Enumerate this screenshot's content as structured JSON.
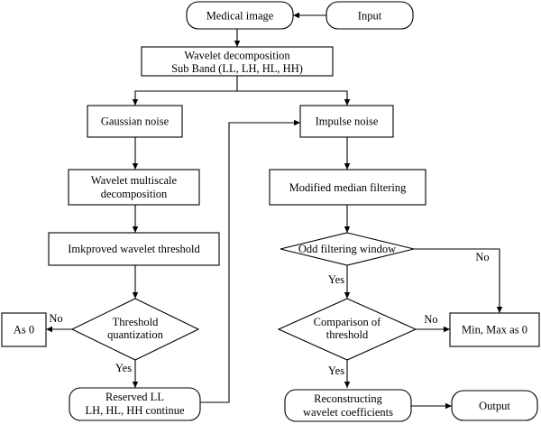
{
  "diagram": {
    "nodes": {
      "medical_image": "Medical image",
      "input": "Input",
      "wavelet_decomposition": [
        "Wavelet decomposition",
        "Sub Band (LL, LH, HL, HH)"
      ],
      "gaussian_noise": "Gaussian noise",
      "impulse_noise": "Impulse noise",
      "wavelet_multiscale": [
        "Wavelet multiscale",
        "decomposition"
      ],
      "modified_median": "Modified median filtering",
      "improved_threshold": "Imkproved wavelet threshold",
      "odd_window": "Odd filtering window",
      "threshold_quantization": [
        "Threshold",
        "quantization"
      ],
      "comparison_threshold": [
        "Comparison of",
        "threshold"
      ],
      "as_zero": "As 0",
      "min_max_zero": "Min, Max as 0",
      "reserved_ll": [
        "Reserved LL",
        "LH, HL, HH continue"
      ],
      "reconstructing": [
        "Reconstructing",
        "wavelet coefficients"
      ],
      "output": "Output"
    },
    "edge_labels": {
      "threshold_no": "No",
      "threshold_yes": "Yes",
      "odd_no": "No",
      "odd_yes": "Yes",
      "comparison_no": "No",
      "comparison_yes": "Yes"
    }
  }
}
